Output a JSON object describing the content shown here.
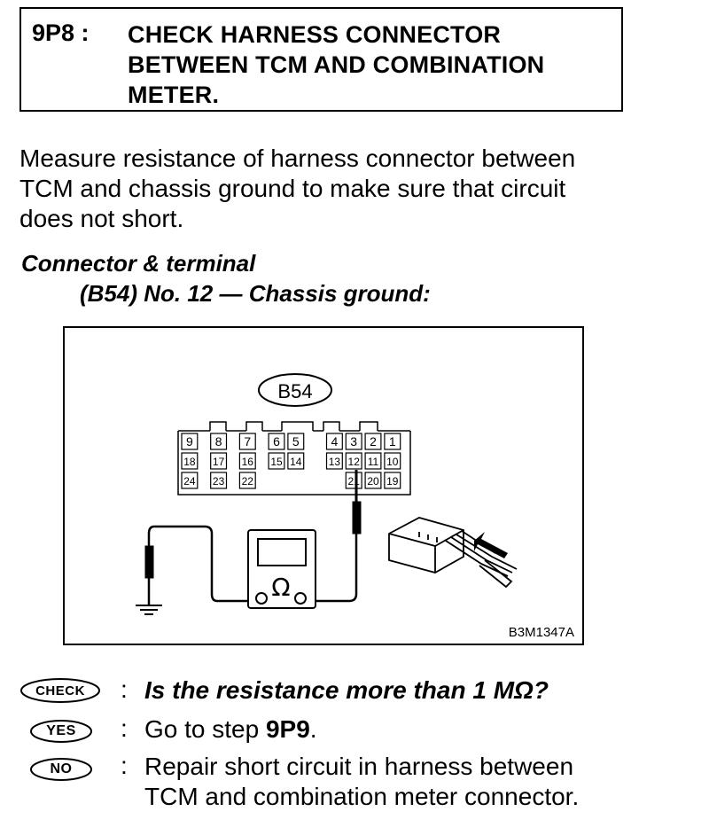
{
  "step": {
    "number": "9P8 :",
    "title": "CHECK HARNESS CONNECTOR\nBETWEEN TCM AND COMBINATION\nMETER."
  },
  "instruction": "Measure resistance of harness connector between\nTCM and chassis ground to make sure that circuit\ndoes not short.",
  "connector": {
    "heading": "Connector & terminal",
    "line": "(B54) No. 12 — Chassis ground:"
  },
  "figure": {
    "connector_label": "B54",
    "terminals": [
      "9",
      "8",
      "7",
      "6",
      "5",
      "4",
      "3",
      "2",
      "1",
      "18",
      "17",
      "16",
      "15",
      "14",
      "13",
      "12",
      "11",
      "10",
      "24",
      "23",
      "22",
      "21",
      "20",
      "19"
    ],
    "meter_symbol": "Ω",
    "figure_code": "B3M1347A"
  },
  "decision": {
    "check_badge": "CHECK",
    "check_text": "Is the resistance more than 1 MΩ?",
    "yes_badge": "YES",
    "yes_text_prefix": "Go to step ",
    "yes_step": "9P9",
    "yes_text_suffix": ".",
    "no_badge": "NO",
    "no_text": "Repair short circuit in harness between\nTCM and combination meter connector.",
    "colon": ":"
  }
}
